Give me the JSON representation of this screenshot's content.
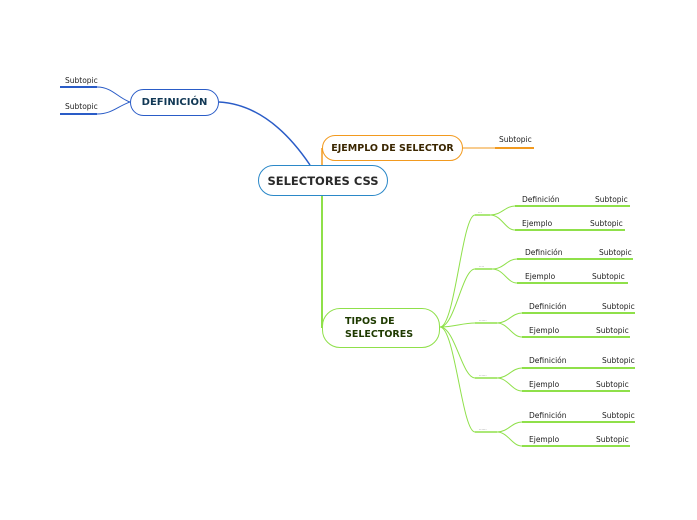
{
  "central_topic": "SELECTORES CSS",
  "definicion": {
    "label": "DEFINICIÓN",
    "subtopics": [
      "Subtopic",
      "Subtopic"
    ]
  },
  "ejemplo_selector": {
    "label": "EJEMPLO DE SELECTOR",
    "subtopic": "Subtopic"
  },
  "tipos": {
    "label_line1": "TIPOS DE",
    "label_line2": "SELECTORES",
    "branches": [
      {
        "tag": "...",
        "definicion": "Definición",
        "definicion_sub": "Subtopic",
        "ejemplo": "Ejemplo",
        "ejemplo_sub": "Subtopic"
      },
      {
        "tag": "....",
        "definicion": "Definición",
        "definicion_sub": "Subtopic",
        "ejemplo": "Ejemplo",
        "ejemplo_sub": "Subtopic"
      },
      {
        "tag": "......",
        "definicion": "Definición",
        "definicion_sub": "Subtopic",
        "ejemplo": "Ejemplo",
        "ejemplo_sub": "Subtopic"
      },
      {
        "tag": "......",
        "definicion": "Definición",
        "definicion_sub": "Subtopic",
        "ejemplo": "Ejemplo",
        "ejemplo_sub": "Subtopic"
      },
      {
        "tag": "......",
        "definicion": "Definición",
        "definicion_sub": "Subtopic",
        "ejemplo": "Ejemplo",
        "ejemplo_sub": "Subtopic"
      }
    ]
  },
  "colors": {
    "central_border": "#2b88c8",
    "definicion_branch": "#2a5cc7",
    "ejemplo_branch": "#f29a1f",
    "tipos_branch": "#8fe04a"
  }
}
